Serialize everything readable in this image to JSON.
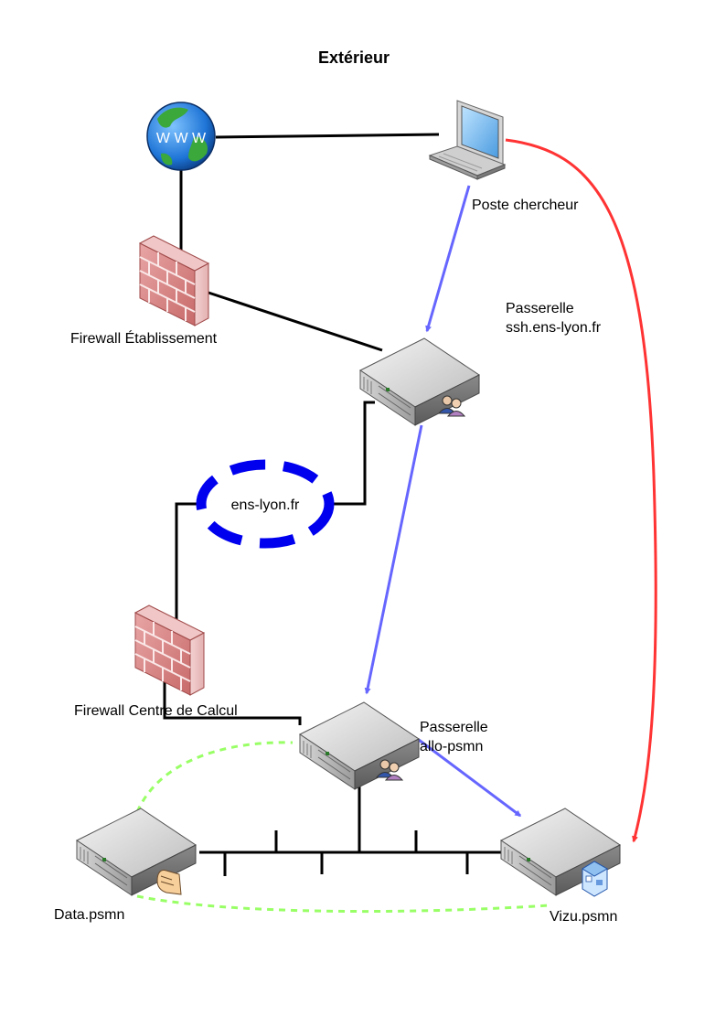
{
  "title": "Extérieur",
  "labels": {
    "poste": "Poste chercheur",
    "fw_etab": "Firewall Établissement",
    "passerelle_ssh_1": "Passerelle",
    "passerelle_ssh_2": "ssh.ens-lyon.fr",
    "ens": "ens-lyon.fr",
    "fw_cc": "Firewall Centre de Calcul",
    "passerelle_allo_1": "Passerelle",
    "passerelle_allo_2": "allo-psmn",
    "data": "Data.psmn",
    "vizu": "Vizu.psmn"
  },
  "icons": {
    "www_text": "W W W"
  },
  "colors": {
    "ssh_path": "#6666ff",
    "direct_path": "#ff3333",
    "storage_link": "#99ff66",
    "network_ring": "#0000ee",
    "wire": "#000000"
  }
}
